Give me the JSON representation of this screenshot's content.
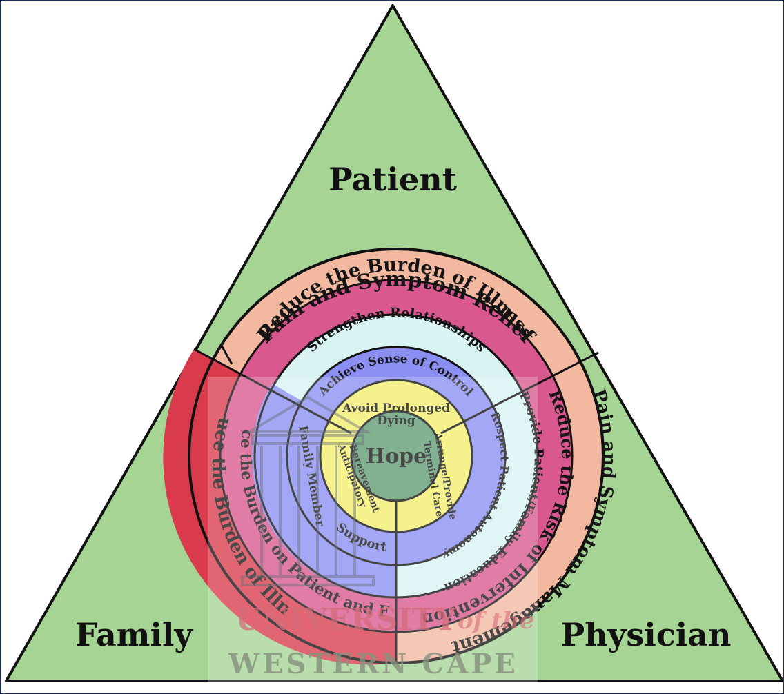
{
  "diagram": {
    "corners": {
      "patient": "Patient",
      "family": "Family",
      "physician": "Physician"
    },
    "rings": {
      "outer_top": "Pain and Symptom Relief",
      "outer_right": "Pain and Symptom Management",
      "outer_left": "Reduce the Burden of Illness",
      "second_top": "Reduce the Burden of Illness",
      "second_right": "Reduce the Risk of Intervention",
      "second_left": "Reduce the Burden on Patient and Family",
      "third_top": "Strengthen Relationships",
      "third_right": "Provide Patient/Family Education",
      "fourth_top": "Achieve Sense of Control",
      "fourth_left": "Family Member",
      "fourth_bottom": "Support",
      "fourth_right": "Respect Patient Autonomy",
      "fifth_top_line1": "Avoid Prolonged",
      "fifth_top_line2": "Dying",
      "fifth_left_line1": "Anticipatory",
      "fifth_left_line2": "Bereavement",
      "fifth_right_line1": "Arrange/Provide",
      "fifth_right_line2": "Terminal Care",
      "center": "Hope"
    },
    "colors": {
      "triangle": "#a6d495",
      "outer_top": "#f2b9a0",
      "outer_left": "#d93a4c",
      "second": "#d9588f",
      "third_top": "#d8f3f2",
      "fourth": "#8b8ff2",
      "fifth": "#f2ee6e",
      "center": "#5e9b73"
    }
  },
  "watermark": {
    "line1a": "UNIVERSITY",
    "line1b": "of the",
    "line2": "WESTERN CAPE"
  }
}
